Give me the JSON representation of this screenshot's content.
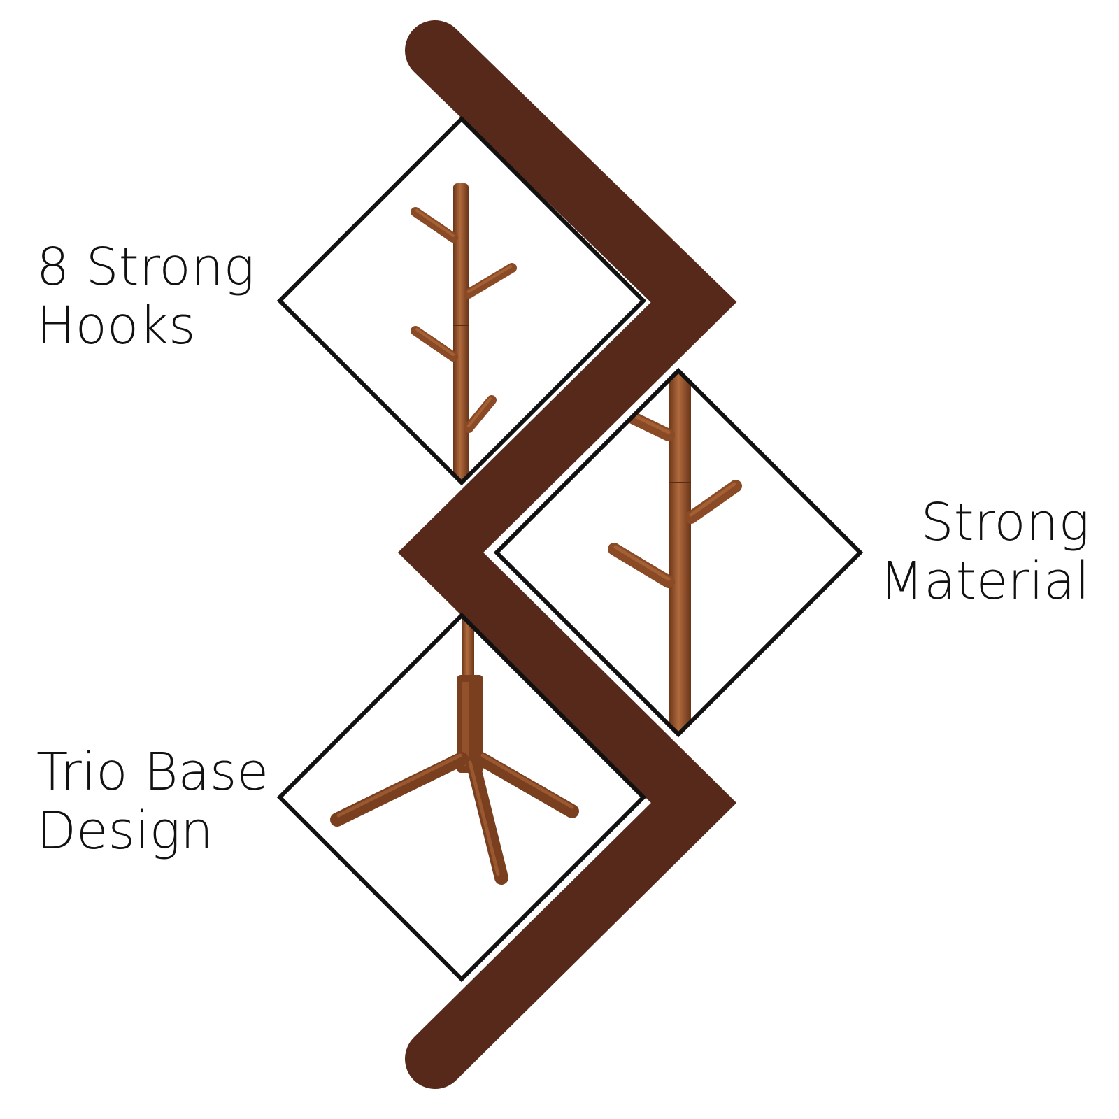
{
  "colors": {
    "background": "#ffffff",
    "chevron": "#56291a",
    "frame": "#111111",
    "wood": "#8a4a25",
    "wood_dark": "#6a3519",
    "wood_light": "#b06a3d"
  },
  "features": [
    {
      "line1": "8 Strong",
      "line2": "Hooks",
      "image": "coat-rack-top-hooks"
    },
    {
      "line1": "Strong",
      "line2": "Material",
      "image": "coat-rack-pole-closeup"
    },
    {
      "line1": "Trio Base",
      "line2": "Design",
      "image": "coat-rack-tripod-base"
    }
  ],
  "decor": {
    "chevron": "zigzag-chevron-band",
    "frames": "diamond-frame"
  }
}
